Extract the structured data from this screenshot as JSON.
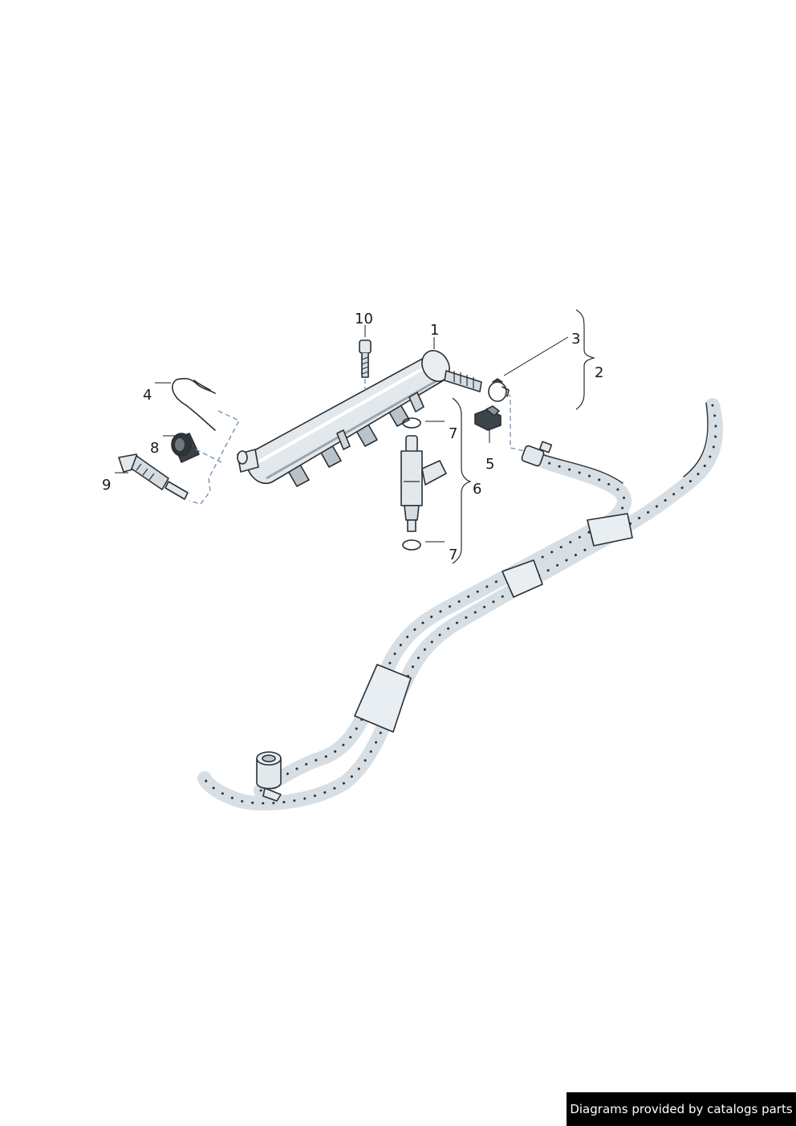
{
  "callouts": {
    "c1": "1",
    "c2": "2",
    "c3": "3",
    "c4": "4",
    "c5": "5",
    "c6": "6",
    "c7a": "7",
    "c7b": "7",
    "c8": "8",
    "c9": "9",
    "c10": "10"
  },
  "parts": [
    {
      "ref": "1",
      "icon": "fuel-rail-icon"
    },
    {
      "ref": "2",
      "icon": "fuel-line-icon"
    },
    {
      "ref": "3",
      "icon": "hose-clip-icon"
    },
    {
      "ref": "4",
      "icon": "retaining-clip-icon"
    },
    {
      "ref": "5",
      "icon": "holder-icon"
    },
    {
      "ref": "6",
      "icon": "injector-icon"
    },
    {
      "ref": "7",
      "icon": "o-ring-icon"
    },
    {
      "ref": "8",
      "icon": "cap-icon"
    },
    {
      "ref": "9",
      "icon": "pressure-sensor-icon"
    },
    {
      "ref": "10",
      "icon": "bolt-icon"
    }
  ],
  "colors": {
    "hose": "#d7dfe4",
    "metal": "#e2e8ec",
    "outline": "#2a2f33",
    "leader_dash": "#6f8fae"
  },
  "credit": "Diagrams provided by catalogs parts"
}
